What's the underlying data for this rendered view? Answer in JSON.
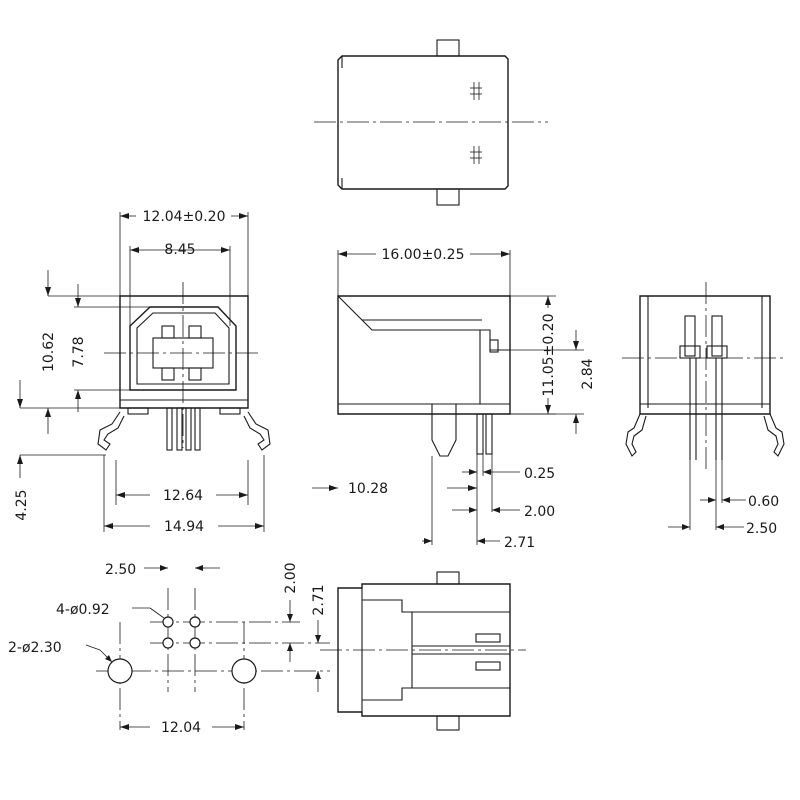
{
  "front_view": {
    "width_total": "12.04±0.20",
    "width_inner": "8.45",
    "height_total": "10.62",
    "height_port": "7.78",
    "lead_length": "4.25",
    "pin_span": "12.64",
    "leg_span": "14.94"
  },
  "side_view": {
    "length": "16.00±0.25",
    "height": "11.05±0.20",
    "pcb_height": "2.84",
    "board_offset": "10.28",
    "pin_width": "0.25",
    "pin_pitch": "2.00",
    "row_spacing": "2.71"
  },
  "end_view": {
    "pin_width": "0.60",
    "pin_pitch": "2.50"
  },
  "footprint": {
    "pin_pitch_x": "2.50",
    "pin_pitch_y": "2.00",
    "post_offset_y": "2.71",
    "pin_holes": "4-ø0.92",
    "post_holes": "2-ø2.30",
    "post_span": "12.04"
  }
}
